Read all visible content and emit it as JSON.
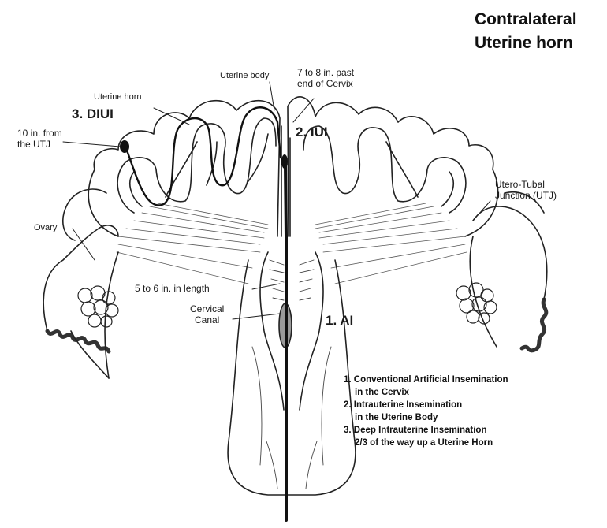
{
  "title": {
    "line1": "Contralateral",
    "line2": "Uterine horn"
  },
  "labels": {
    "uterine_body": "Uterine body",
    "past_cervix_1": "7 to 8 in. past",
    "past_cervix_2": "end of Cervix",
    "uterine_horn": "Uterine horn",
    "diui": "3. DIUI",
    "from_utj_1": "10 in. from",
    "from_utj_2": "the UTJ",
    "iui": "2. IUI",
    "utero_tubal_1": "Utero-Tubal",
    "utero_tubal_2": "Junction (UTJ)",
    "ovary": "Ovary",
    "length": "5 to 6 in. in length",
    "cervical_1": "Cervical",
    "cervical_2": "Canal",
    "ai": "1. AI"
  },
  "legend": {
    "item1_line1": "1. Conventional Artificial Insemination",
    "item1_line2": "in the Cervix",
    "item2_line1": "2. Intrauterine Insemination",
    "item2_line2": "in the Uterine Body",
    "item3_line1": "3. Deep Intrauterine Insemination",
    "item3_line2": "2/3 of the way up a Uterine Horn"
  }
}
